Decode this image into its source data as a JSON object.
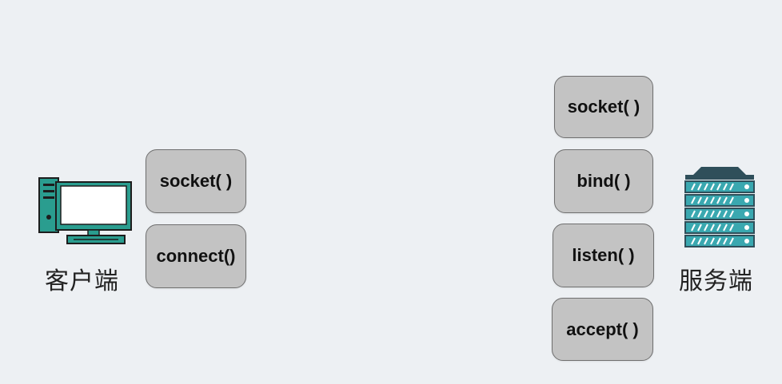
{
  "client": {
    "label": "客户端",
    "icon": "desktop-computer-icon",
    "calls": [
      "socket( )",
      "connect()"
    ]
  },
  "server": {
    "label": "服务端",
    "icon": "server-rack-icon",
    "calls": [
      "socket( )",
      "bind( )",
      "listen( )",
      "accept( )"
    ]
  },
  "colors": {
    "background": "#edf0f3",
    "box_fill": "#c3c3c3",
    "box_border": "#6f6f6f",
    "icon_teal": "#2a9d8f",
    "server_dark": "#2f4f5a",
    "server_teal": "#3aa8b0"
  }
}
